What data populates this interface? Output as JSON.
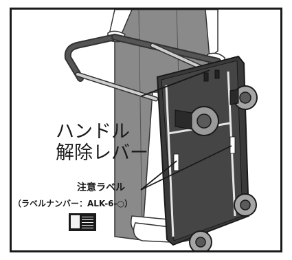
{
  "labels": {
    "handle_line1": "ハンドル",
    "handle_line2": "解除レバー",
    "caution_title": "注意ラベル",
    "caution_number": "（ラベルナンバー：ALK-6-○）"
  },
  "colors": {
    "frame": "#1a1a1a",
    "cart_panel": "#3a3a3a",
    "handle_bar": "#c8c8c8",
    "pants": "#7a7a7a",
    "skin": "#ffffff"
  },
  "icons": {
    "caution_sticker": "caution-label-icon"
  }
}
